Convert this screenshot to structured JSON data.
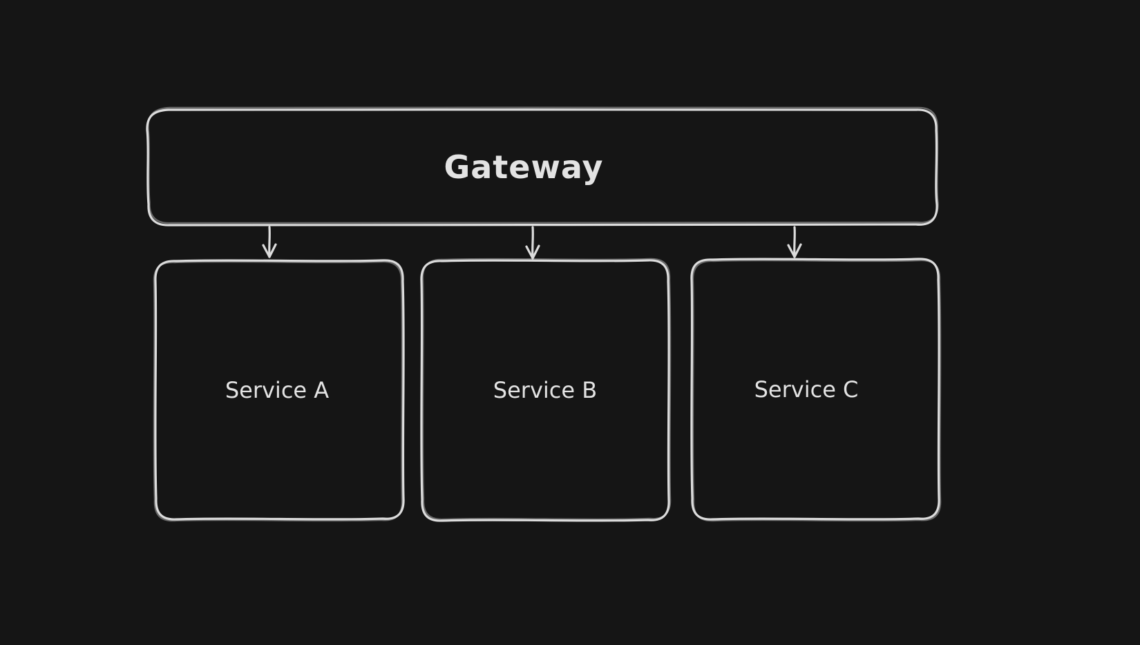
{
  "diagram": {
    "style": "hand-drawn-sketch",
    "background_color": "#151515",
    "stroke_color": "#dcdcdc",
    "text_color": "#e3e3e3",
    "nodes": [
      {
        "id": "gateway",
        "label": "Gateway"
      },
      {
        "id": "service-a",
        "label": "Service A"
      },
      {
        "id": "service-b",
        "label": "Service B"
      },
      {
        "id": "service-c",
        "label": "Service C"
      }
    ],
    "edges": [
      {
        "from": "gateway",
        "to": "service-a",
        "arrow": "down"
      },
      {
        "from": "gateway",
        "to": "service-b",
        "arrow": "down"
      },
      {
        "from": "gateway",
        "to": "service-c",
        "arrow": "down"
      }
    ]
  }
}
